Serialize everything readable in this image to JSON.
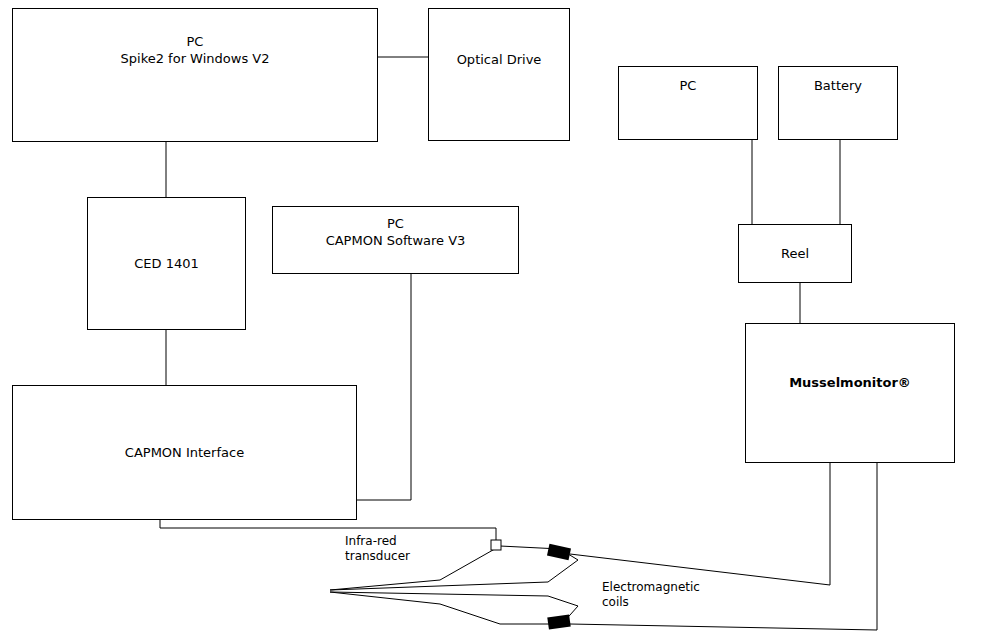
{
  "diagram": {
    "nodes": [
      {
        "text": [
          "PC",
          "Spike2 for Windows V2"
        ]
      },
      {
        "text": [
          "Optical Drive"
        ]
      },
      {
        "text": [
          "CED 1401"
        ]
      },
      {
        "text": [
          "PC",
          "CAPMON Software V3"
        ]
      },
      {
        "text": [
          "CAPMON Interface"
        ]
      },
      {
        "text": [
          "PC"
        ]
      },
      {
        "text": [
          "Battery"
        ]
      },
      {
        "text": [
          "Reel"
        ]
      },
      {
        "text": [
          "Musselmonitor®"
        ]
      }
    ],
    "edges": [
      {
        "from": 0,
        "to": 1,
        "arrow": "none"
      },
      {
        "from": 0,
        "to": 2,
        "arrow": "none"
      },
      {
        "from": 2,
        "to": 4,
        "arrow": "none"
      },
      {
        "from": 3,
        "to": 4,
        "arrow": "none"
      },
      {
        "from": 5,
        "to": 7,
        "arrow": "none"
      },
      {
        "from": 6,
        "to": 7,
        "arrow": "none"
      },
      {
        "from": 7,
        "to": 8,
        "arrow": "none"
      }
    ],
    "labels": [
      "Infra-red transducer",
      "Electromagnetic coils"
    ]
  }
}
